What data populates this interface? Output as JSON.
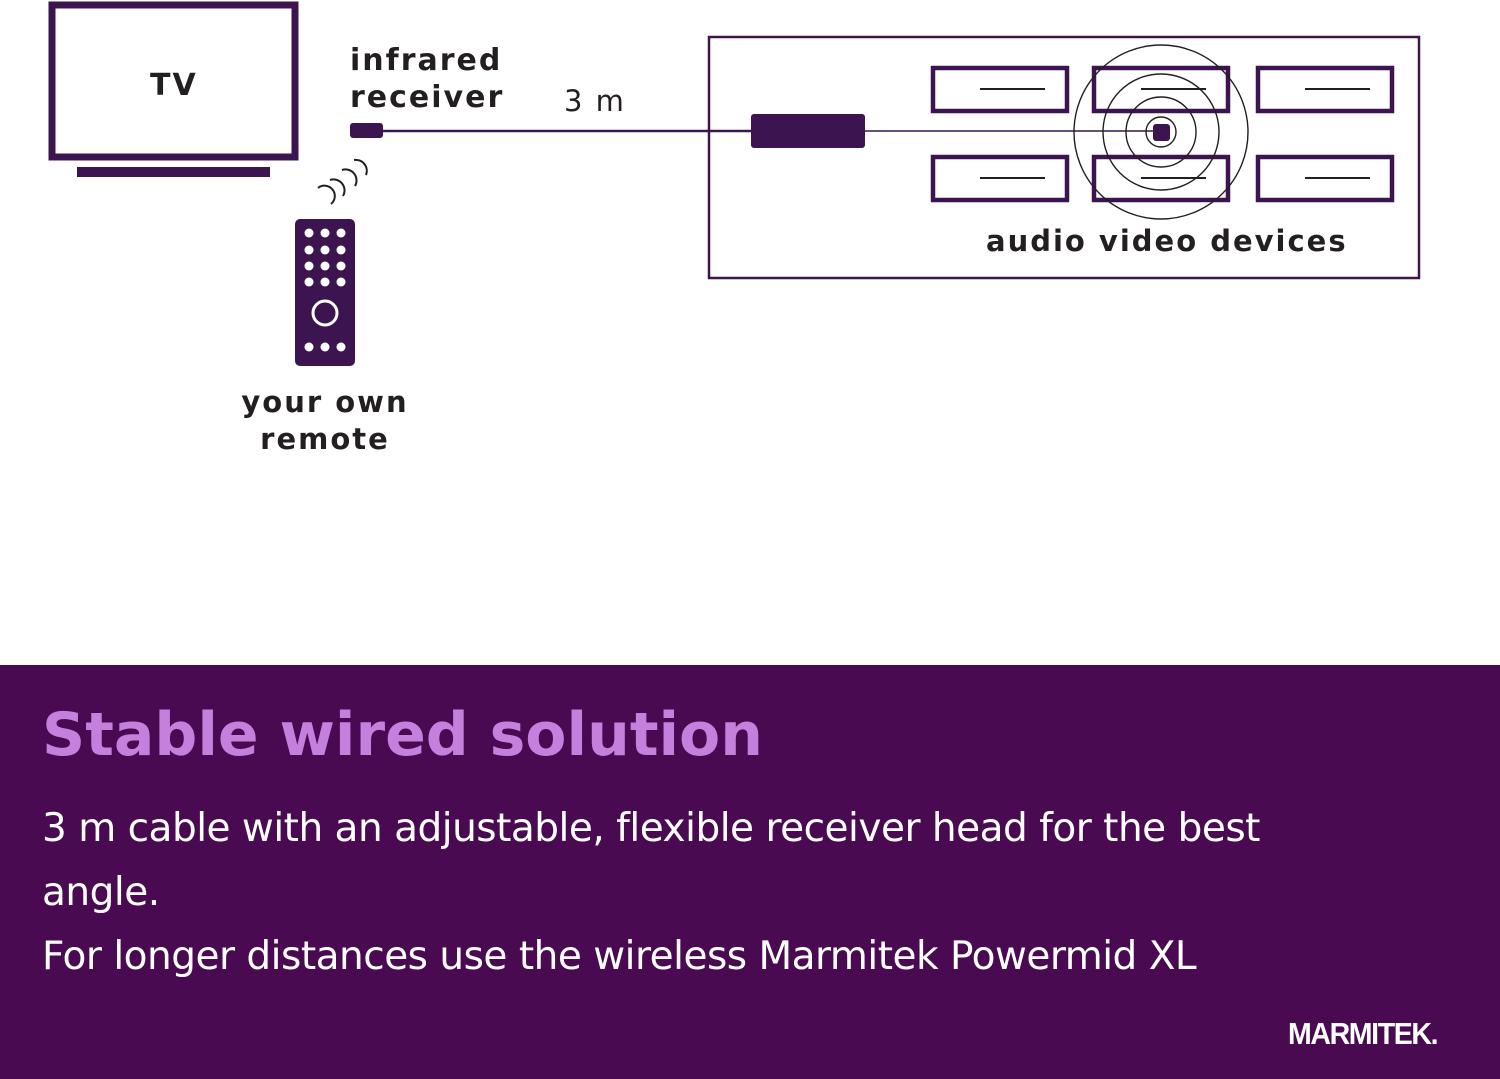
{
  "diagram": {
    "labels": {
      "tv": "TV",
      "ir_receiver": [
        "infrared",
        "receiver"
      ],
      "cable_length": "3 m",
      "remote": [
        "your own",
        "remote"
      ],
      "devices": "audio video devices"
    },
    "colors": {
      "line": "#3c1450",
      "text": "#231f20"
    }
  },
  "banner": {
    "title": "Stable wired solution",
    "lines": [
      "3 m cable with an adjustable, flexible receiver head for the best",
      "angle.",
      "For longer distances use the wireless Marmitek Powermid XL"
    ],
    "brand": "MARMITEK.",
    "colors": {
      "background": "#4a0a52",
      "title": "#c480dc",
      "text": "#ffffff"
    }
  }
}
